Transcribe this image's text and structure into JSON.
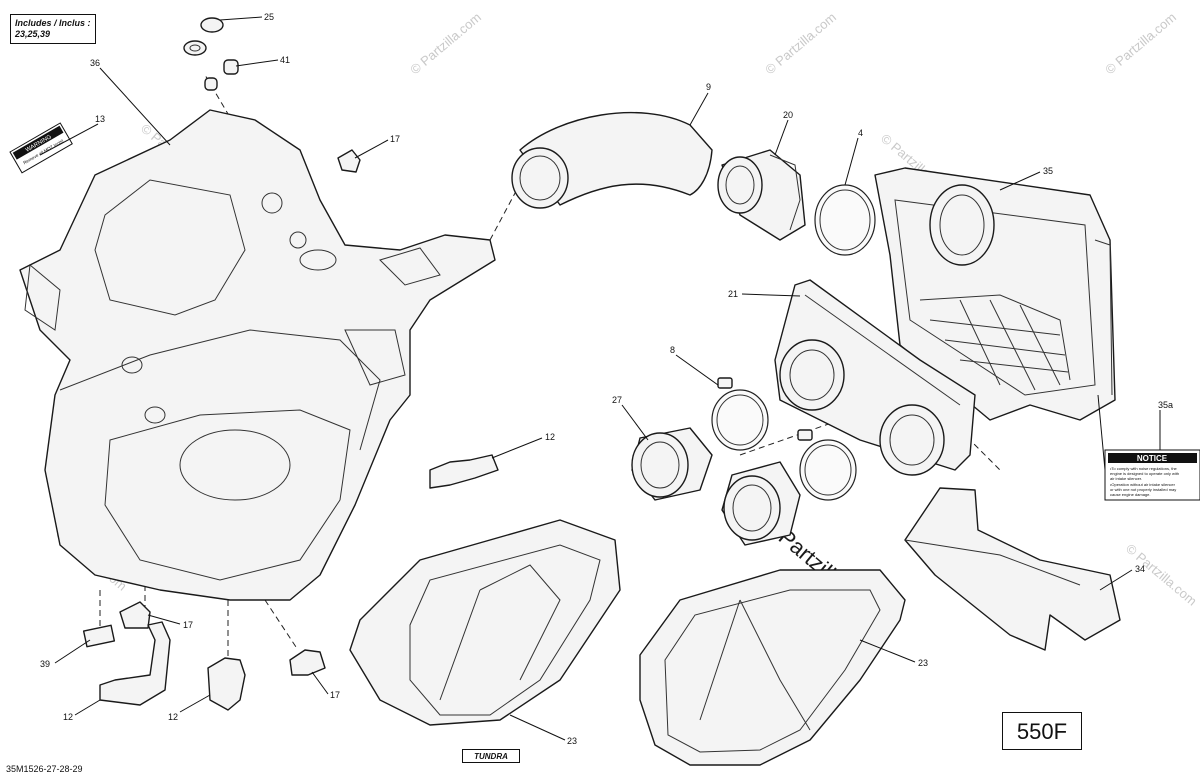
{
  "diagram": {
    "includes_note": "Includes / Inclus :",
    "includes_parts": "23,25,39",
    "model_label": "550F",
    "variant_tag": "TUNDRA",
    "drawing_code": "35M1526-27-28-29",
    "watermark_text": "© Partzilla.com",
    "callouts": {
      "c25": "25",
      "c41": "41",
      "c36": "36",
      "c13": "13",
      "c17a": "17",
      "c9": "9",
      "c20": "20",
      "c4": "4",
      "c35": "35",
      "c21": "21",
      "c8": "8",
      "c27": "27",
      "c12a": "12",
      "c35a": "35a",
      "c34": "34",
      "c23a": "23",
      "c23b": "23",
      "c17b": "17",
      "c39": "39",
      "c12b": "12",
      "c12c": "12",
      "c17c": "17"
    },
    "notice_label": {
      "heading": "NOTICE",
      "line1": "•To comply with noise regulations, the",
      "line2": "engine is designed to operate only with",
      "line3": "air intake silencer.",
      "line4": "•Operation without air intake silencer",
      "line5": "or with one not properly installed may",
      "line6": "cause engine damage."
    },
    "part13_label": {
      "line1": "WARNING",
      "line2": "Remove all MOT tools!"
    }
  },
  "colors": {
    "line": "#1a1a1a",
    "fill": "#f4f4f4",
    "watermark": "#c9c9c9"
  }
}
